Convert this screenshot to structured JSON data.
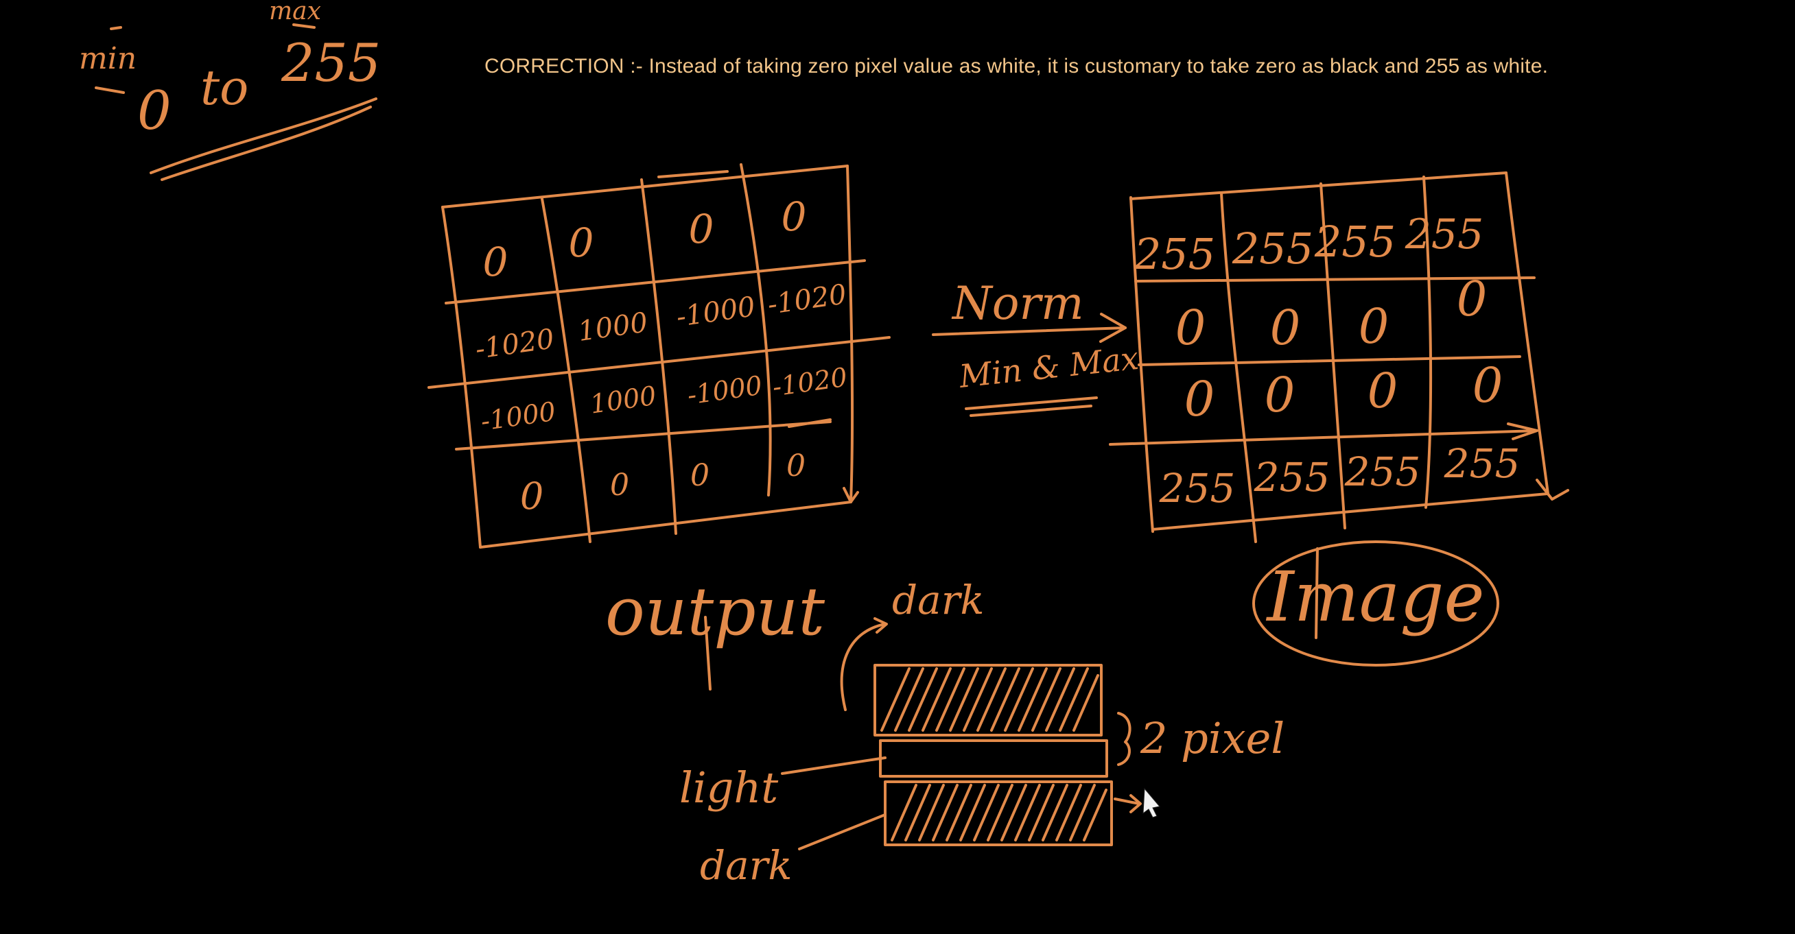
{
  "correction_note": "CORRECTION :- Instead of taking zero pixel value as white, it is customary to take zero as black and 255 as white.",
  "range_note": {
    "min_label": "min",
    "min_value": "0",
    "to_word": "to",
    "max_label": "max",
    "max_value": "255"
  },
  "input_matrix": [
    [
      "0",
      "0",
      "0",
      "0"
    ],
    [
      "-1020",
      "1000",
      "-1000",
      "-1020"
    ],
    [
      "-1000",
      "1000",
      "-1000",
      "-1020"
    ],
    [
      "0",
      "0",
      "0",
      "0"
    ]
  ],
  "output_label": "output",
  "norm_arrow": {
    "top_label": "Norm",
    "bottom_label": "Min & Max"
  },
  "result_matrix": [
    [
      "255",
      "255",
      "255",
      "255"
    ],
    [
      "0",
      "0",
      "0",
      "0"
    ],
    [
      "0",
      "0",
      "0",
      "0"
    ],
    [
      "255",
      "255",
      "255",
      "255"
    ]
  ],
  "image_label": "Image",
  "stripe_diagram": {
    "dark_top": "dark",
    "light": "light",
    "dark_bottom": "dark",
    "height_note": "2 pixel"
  },
  "colors": {
    "background": "#000000",
    "ink": "#E28A4A",
    "correction_text": "#F2C58A"
  }
}
